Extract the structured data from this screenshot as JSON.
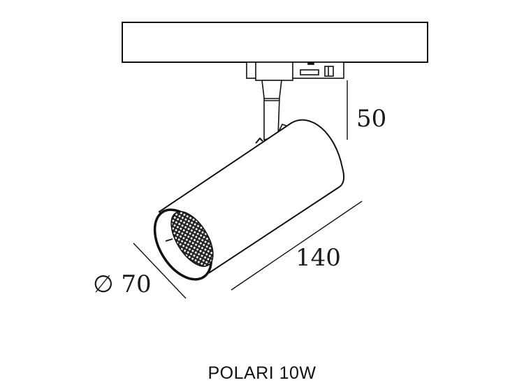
{
  "product": {
    "name": "POLARI 10W"
  },
  "dimensions": {
    "height_label": "50",
    "length_label": "140",
    "diameter_label": "∅ 70"
  },
  "colors": {
    "line": "#111111",
    "background": "#ffffff"
  }
}
